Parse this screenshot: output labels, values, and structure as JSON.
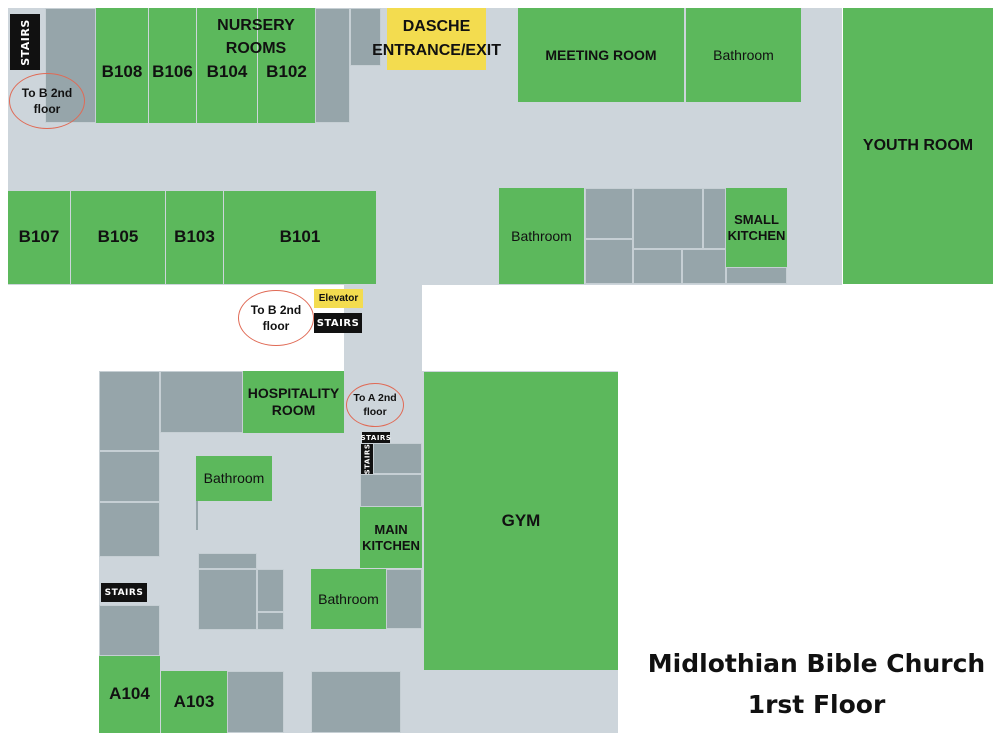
{
  "title": {
    "line1": "Midlothian Bible Church",
    "line2": "1rst Floor"
  },
  "rooms": {
    "nursery_rooms": "NURSERY ROOMS",
    "b108": "B108",
    "b106": "B106",
    "b104": "B104",
    "b102": "B102",
    "dasche_entrance": "DASCHE ENTRANCE/EXIT",
    "meeting_room": "MEETING ROOM",
    "bathroom_ne": "Bathroom",
    "youth_room": "YOUTH ROOM",
    "b107": "B107",
    "b105": "B105",
    "b103": "B103",
    "b101": "B101",
    "bathroom_east": "Bathroom",
    "small_kitchen": "SMALL KITCHEN",
    "elevator": "Elevator",
    "hospitality_room": "HOSPITALITY ROOM",
    "bathroom_a_west": "Bathroom",
    "main_kitchen": "MAIN KITCHEN",
    "bathroom_a_south": "Bathroom",
    "gym": "GYM",
    "a104": "A104",
    "a103": "A103"
  },
  "stairs_label": "STAIRS",
  "markers": {
    "to_b_nw": "To B 2nd floor",
    "to_b_center": "To B 2nd floor",
    "to_a": "To A 2nd floor"
  },
  "colors": {
    "room_green": "#5cb85c",
    "corridor_gray": "#cdd5db",
    "utility_gray": "#96a5aa",
    "highlight_yellow": "#f3dc4f",
    "marker_red": "#e06a55",
    "stairs_black": "#111111"
  }
}
